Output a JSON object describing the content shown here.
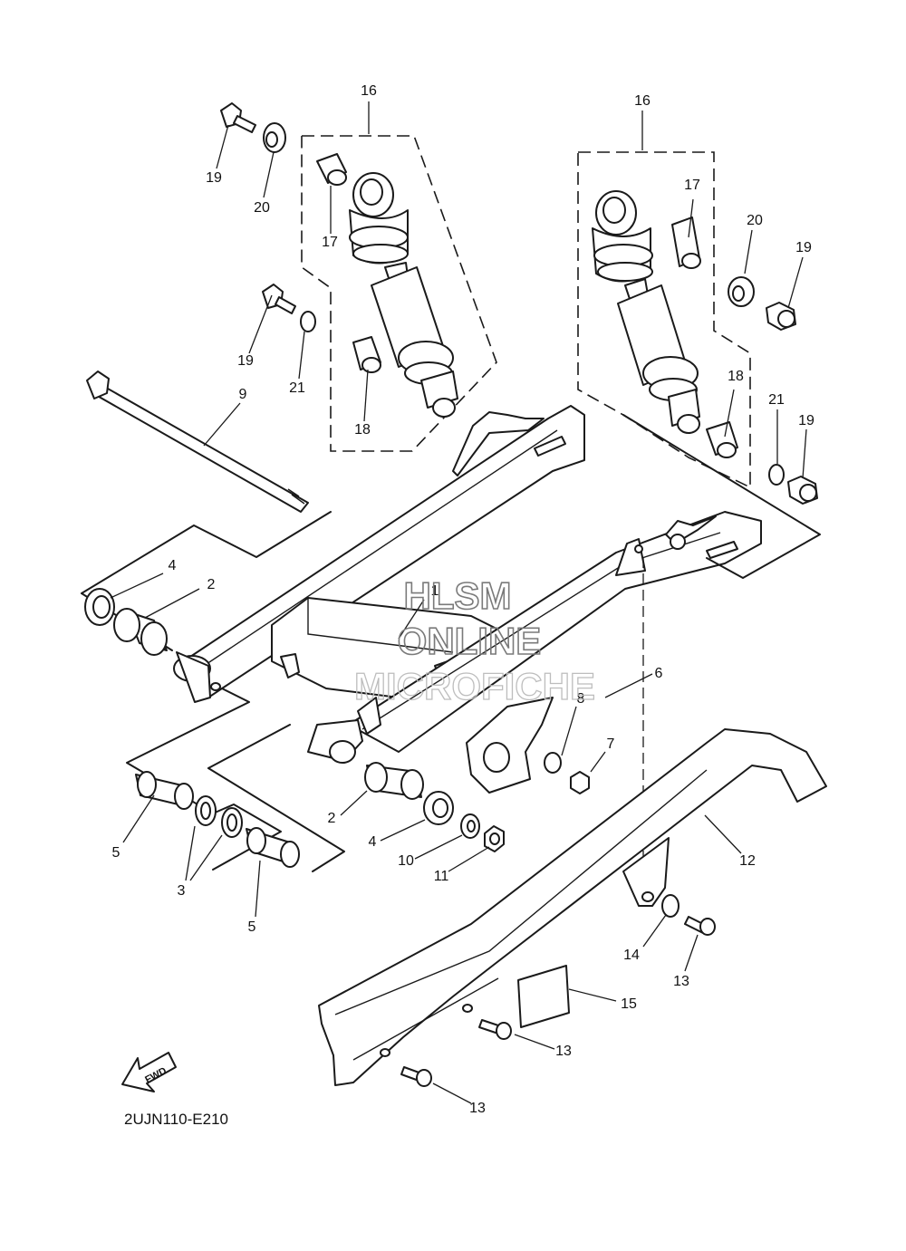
{
  "diagram": {
    "drawing_code": "2UJN110-E210",
    "direction_label": "FWD",
    "watermark": [
      "HLSM",
      "ONLINE",
      "MICROFICHE"
    ],
    "colors": {
      "line": "#1a1a1a",
      "background": "#ffffff",
      "watermark": "#7a7a7a"
    },
    "callouts": [
      "16",
      "16",
      "17",
      "17",
      "18",
      "18",
      "19",
      "19",
      "19",
      "19",
      "20",
      "20",
      "21",
      "21",
      "9",
      "4",
      "4",
      "2",
      "2",
      "5",
      "5",
      "3",
      "1",
      "6",
      "8",
      "7",
      "10",
      "11",
      "12",
      "13",
      "13",
      "13",
      "14",
      "15"
    ]
  }
}
